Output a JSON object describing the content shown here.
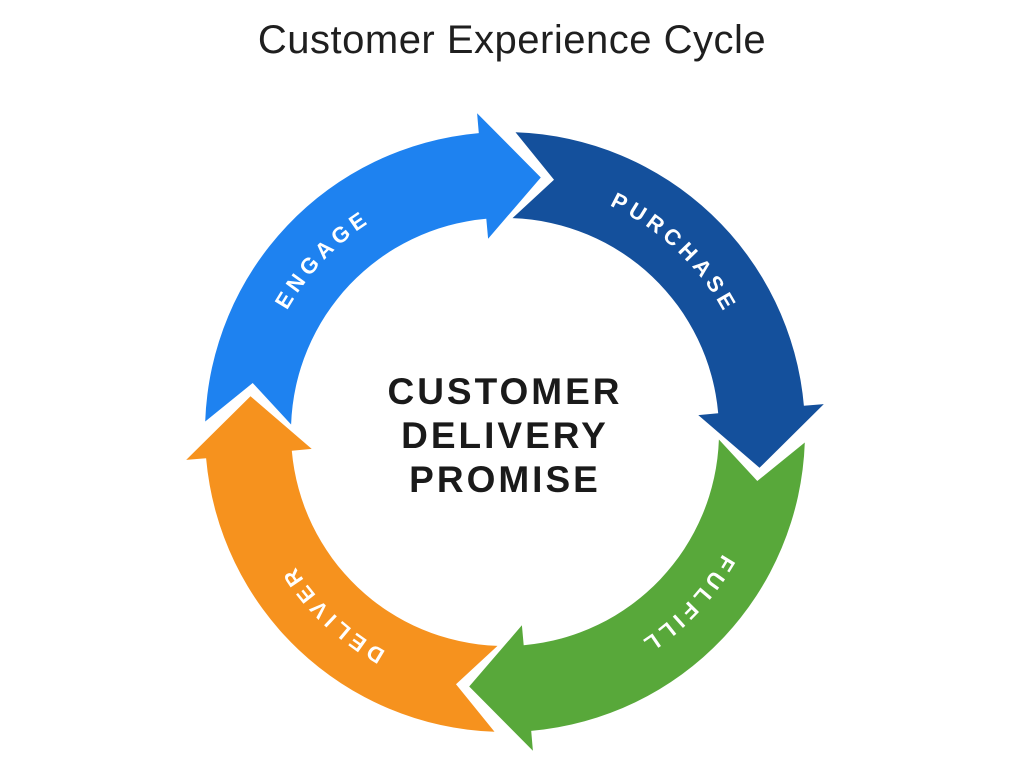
{
  "title": "Customer Experience Cycle",
  "diagram": {
    "type": "cycle",
    "direction": "clockwise",
    "label_color": "#ffffff",
    "center": {
      "color": "#1a1a1a",
      "lines": [
        "CUSTOMER",
        "DELIVERY",
        "PROMISE"
      ]
    },
    "steps": [
      {
        "label": "ENGAGE",
        "color": "#1e82f0"
      },
      {
        "label": "PURCHASE",
        "color": "#14509c"
      },
      {
        "label": "FULFILL",
        "color": "#58a83a"
      },
      {
        "label": "DELIVER",
        "color": "#f6921e"
      }
    ]
  },
  "background": "#ffffff"
}
